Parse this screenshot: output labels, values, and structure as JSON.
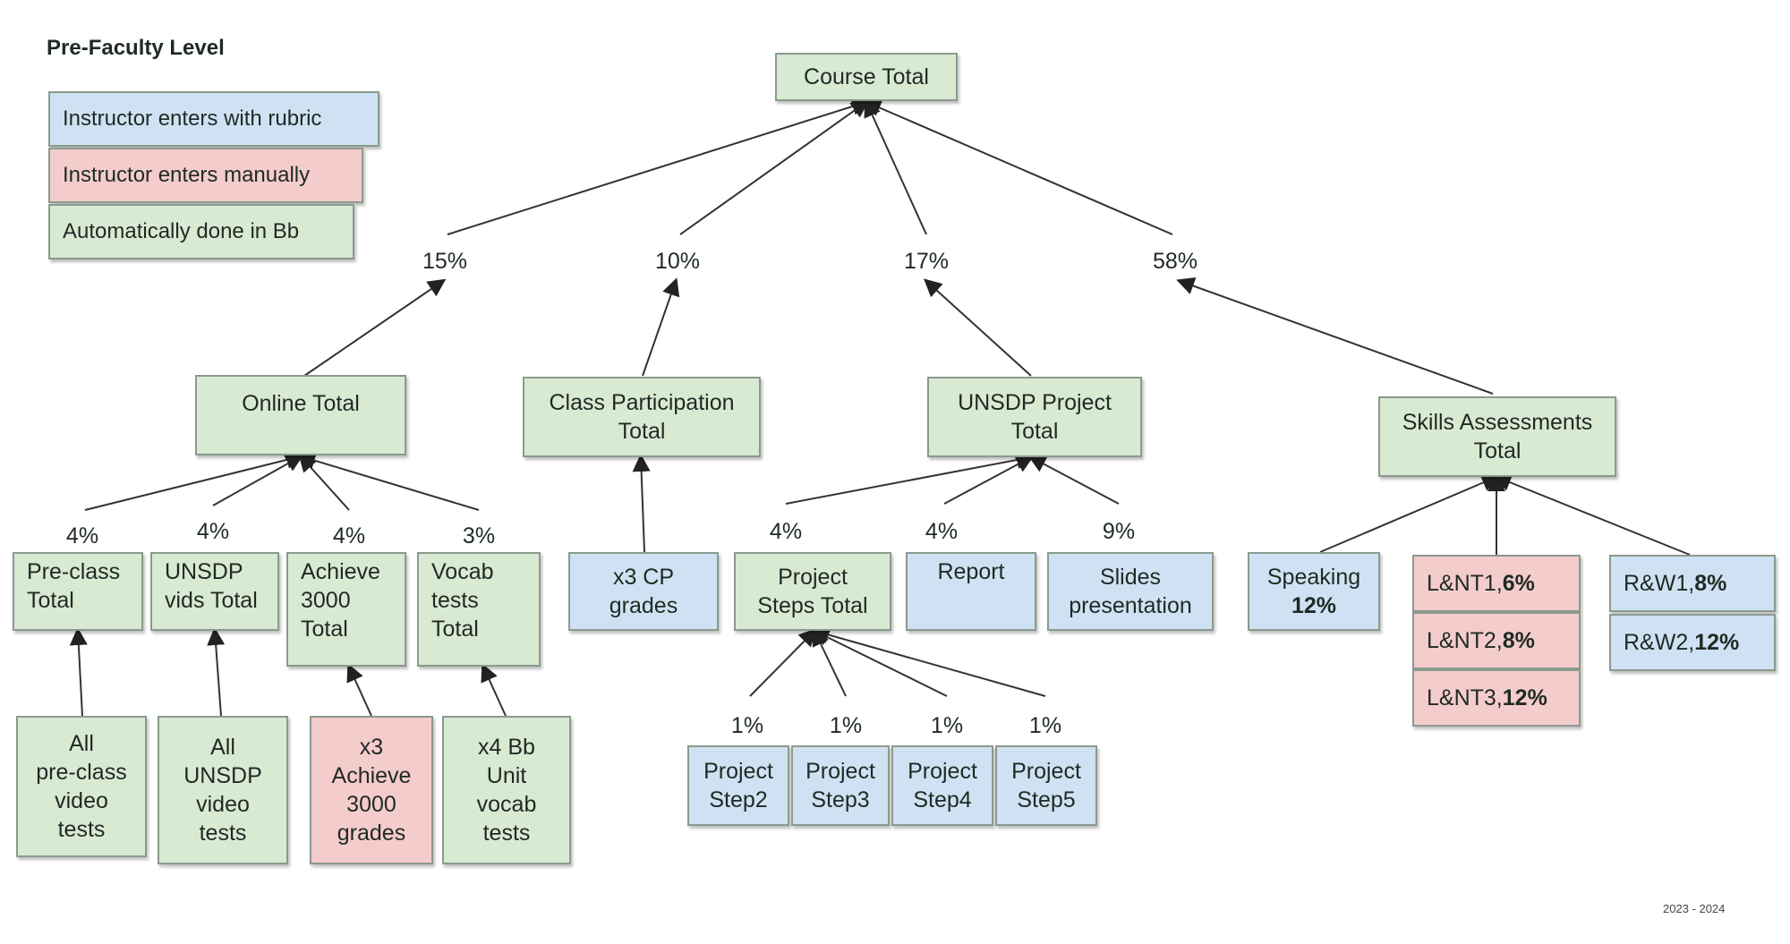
{
  "title": "Pre-Faculty Level",
  "legend": [
    {
      "label": "Instructor enters with rubric",
      "color": "#cfe2f3"
    },
    {
      "label": "Instructor enters manually",
      "color": "#f4cccc"
    },
    {
      "label": "Automatically done in Bb",
      "color": "#d9ead3"
    }
  ],
  "footer": "2023 - 2024",
  "nodes": {
    "course_total": "Course Total",
    "online_total": "Online Total",
    "class_participation_total": "Class Participation\nTotal",
    "unsdp_project_total": "UNSDP Project\nTotal",
    "skills_assessments_total": "Skills Assessments\nTotal",
    "pre_class_total": "Pre-class\nTotal",
    "unsdp_vids_total": "UNSDP\nvids Total",
    "achieve_3000_total": "Achieve\n3000\nTotal",
    "vocab_tests_total": "Vocab\ntests\nTotal",
    "x3_cp_grades": "x3 CP\ngrades",
    "project_steps_total": "Project\nSteps Total",
    "report": "Report",
    "slides_presentation": "Slides\npresentation",
    "speaking": "Speaking",
    "speaking_pct": "12%",
    "lnt1": "L&NT1, ",
    "lnt1_pct": "6%",
    "lnt2": "L&NT2, ",
    "lnt2_pct": "8%",
    "lnt3": "L&NT3, ",
    "lnt3_pct": "12%",
    "rw1": "R&W1, ",
    "rw1_pct": "8%",
    "rw2": "R&W2, ",
    "rw2_pct": "12%",
    "all_preclass_video_tests": "All\npre-class\nvideo\ntests",
    "all_unsdp_video_tests": "All\nUNSDP\nvideo\ntests",
    "x3_achieve_3000_grades": "x3\nAchieve\n3000\ngrades",
    "x4_bb_unit_vocab_tests": "x4 Bb\nUnit\nvocab\ntests",
    "project_step2": "Project\nStep2",
    "project_step3": "Project\nStep3",
    "project_step4": "Project\nStep4",
    "project_step5": "Project\nStep5"
  },
  "weights": {
    "online": "15%",
    "class_participation": "10%",
    "unsdp_project": "17%",
    "skills_assessments": "58%",
    "pre_class": "4%",
    "unsdp_vids": "4%",
    "achieve_3000": "4%",
    "vocab": "3%",
    "project_steps": "4%",
    "report": "4%",
    "slides": "9%",
    "step2": "1%",
    "step3": "1%",
    "step4": "1%",
    "step5": "1%"
  }
}
